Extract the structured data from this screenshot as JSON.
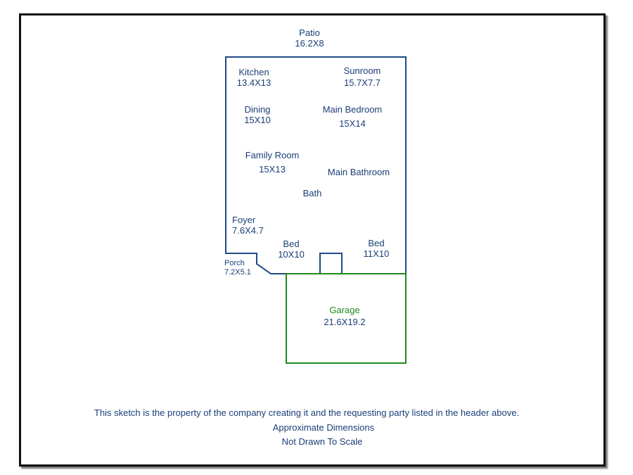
{
  "colors": {
    "house_outline": "#1f4a86",
    "garage_outline": "#1f8a1f",
    "text": "#1b3e77",
    "frame": "#111111"
  },
  "rooms": {
    "patio": {
      "name": "Patio",
      "dim": "16.2X8"
    },
    "kitchen": {
      "name": "Kitchen",
      "dim": "13.4X13"
    },
    "sunroom": {
      "name": "Sunroom",
      "dim": "15.7X7.7"
    },
    "dining": {
      "name": "Dining",
      "dim": "15X10"
    },
    "main_bedroom": {
      "name": "Main Bedroom",
      "dim": "15X14"
    },
    "family_room": {
      "name": "Family Room",
      "dim": "15X13"
    },
    "main_bathroom": {
      "name": "Main Bathroom"
    },
    "bath": {
      "name": "Bath"
    },
    "foyer": {
      "name": "Foyer",
      "dim": "7.6X4.7"
    },
    "bed1": {
      "name": "Bed",
      "dim": "10X10"
    },
    "bed2": {
      "name": "Bed",
      "dim": "11X10"
    },
    "porch": {
      "name": "Porch",
      "dim": "7.2X5.1"
    },
    "garage": {
      "name": "Garage",
      "dim": "21.6X19.2"
    }
  },
  "notes": {
    "line1": "This sketch is the property of the company creating it and the requesting party listed in the header above.",
    "line2": "Approximate Dimensions",
    "line3": "Not Drawn To Scale"
  }
}
